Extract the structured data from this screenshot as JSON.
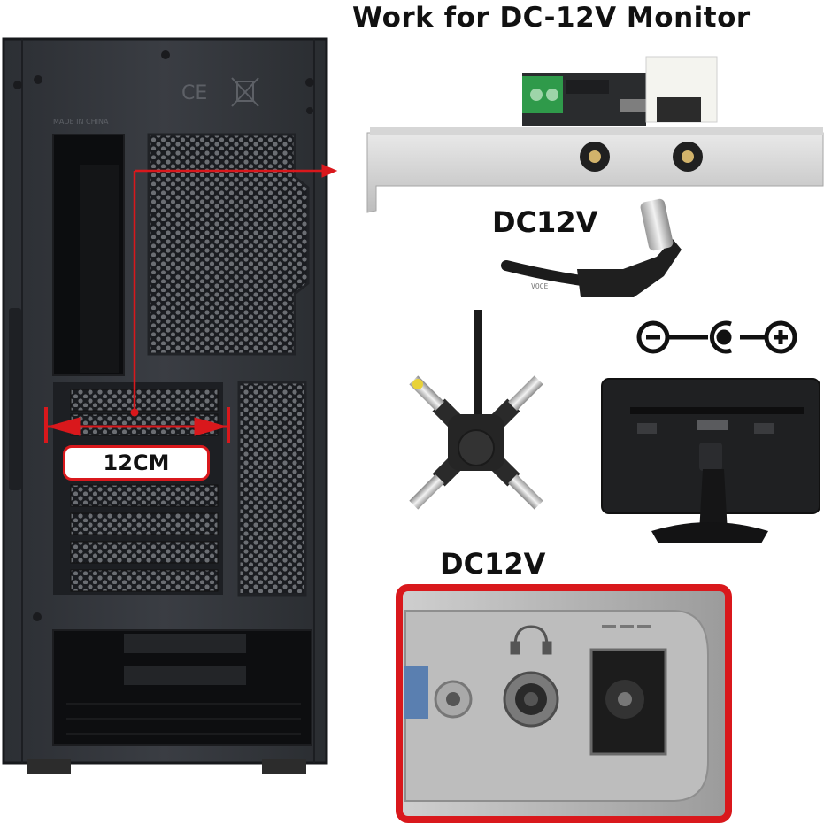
{
  "heading": "Work for DC-12V Monitor",
  "labels": {
    "dc12v_cable": "DC12V",
    "dc12v_port": "DC12V",
    "width": "12CM"
  },
  "case_marks": {
    "made_in": "MADE IN CHINA",
    "ce": "CE"
  },
  "cable_print": "VOCE",
  "colors": {
    "accent_red": "#d9181c",
    "terminal_green": "#2f9a4a",
    "tip_yellow": "#e8d23a"
  }
}
